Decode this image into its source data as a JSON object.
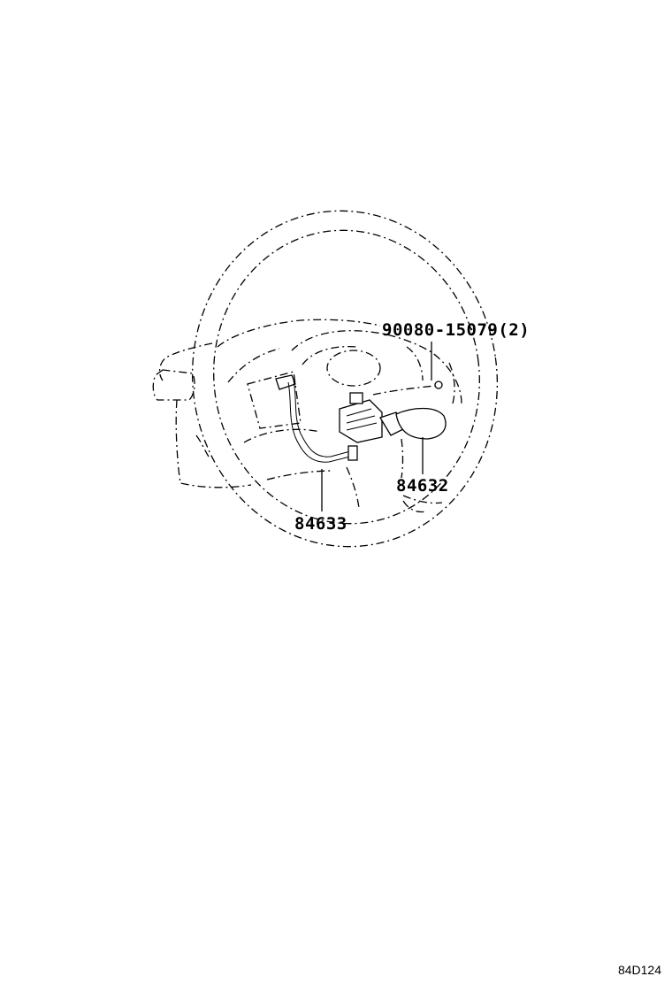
{
  "diagram": {
    "parts": [
      {
        "id": "bolt",
        "number": "90080-15079(2)"
      },
      {
        "id": "switch",
        "number": "84632"
      },
      {
        "id": "wire",
        "number": "84633"
      }
    ],
    "reference_code": "84D124"
  }
}
